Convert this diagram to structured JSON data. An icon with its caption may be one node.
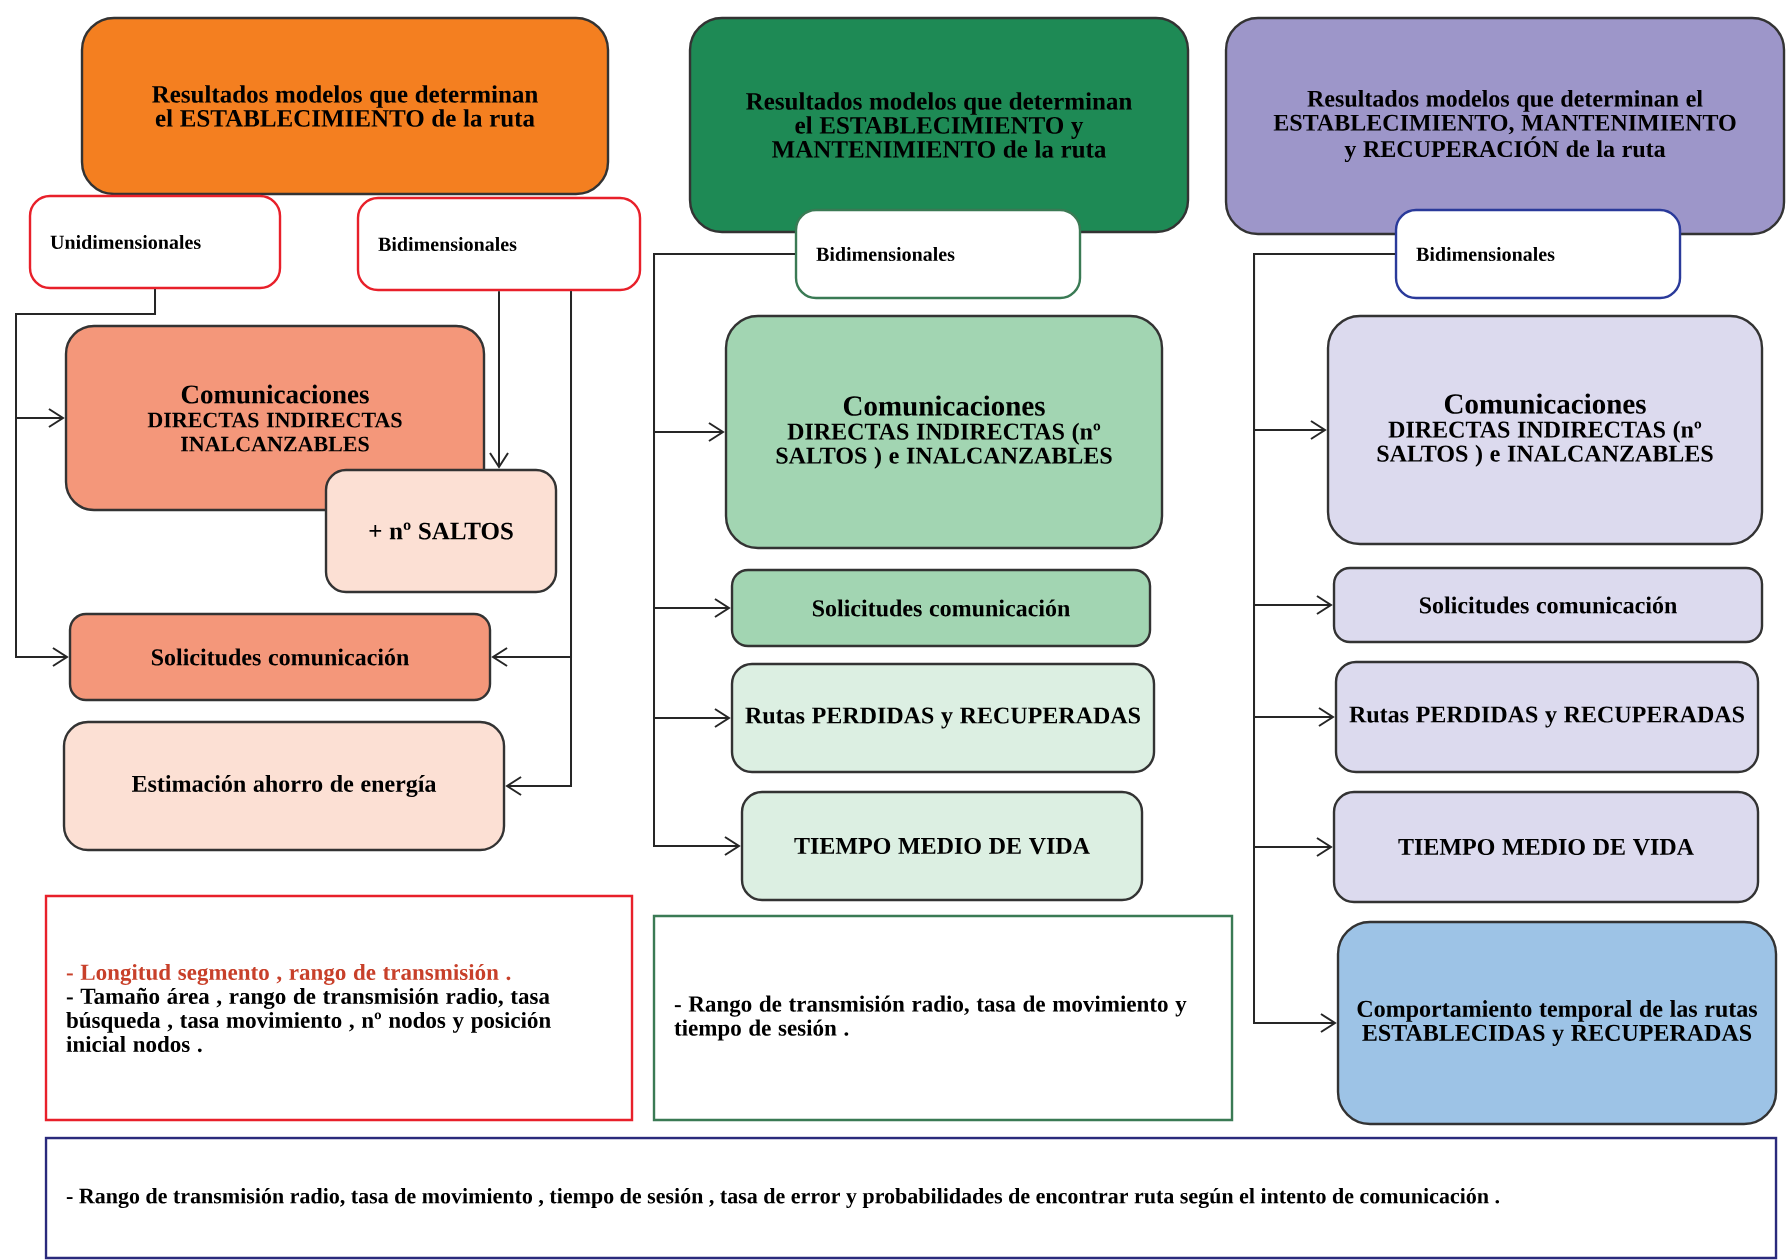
{
  "diagram": {
    "nodes": [
      {
        "text": [
          "Resultados modelos que determinan el ESTABLECIMIENTO de la ruta"
        ]
      },
      {
        "text": [
          "Unidimensionales"
        ]
      },
      {
        "text": [
          "Bidimensionales"
        ]
      },
      {
        "text": [
          "Comunicaciones",
          "DIRECTAS INDIRECTAS INALCANZABLES"
        ]
      },
      {
        "text": [
          "+ nº SALTOS"
        ]
      },
      {
        "text": [
          "Solicitudes comunicación"
        ]
      },
      {
        "text": [
          "Estimación ahorro de energía"
        ]
      },
      {
        "text": [
          "Resultados modelos que determinan el ESTABLECIMIENTO y MANTENIMIENTO de la ruta"
        ]
      },
      {
        "text": [
          "Bidimensionales"
        ]
      },
      {
        "text": [
          "Comunicaciones",
          "DIRECTAS INDIRECTAS (nº SALTOS ) e INALCANZABLES"
        ]
      },
      {
        "text": [
          "Solicitudes comunicación"
        ]
      },
      {
        "text": [
          "Rutas PERDIDAS y RECUPERADAS"
        ]
      },
      {
        "text": [
          "TIEMPO MEDIO DE VIDA"
        ]
      },
      {
        "text": [
          "Resultados modelos que determinan el ESTABLECIMIENTO, MANTENIMIENTO y RECUPERACIÓN de la ruta"
        ]
      },
      {
        "text": [
          "Bidimensionales"
        ]
      },
      {
        "text": [
          "Comunicaciones",
          "DIRECTAS INDIRECTAS (nº SALTOS ) e INALCANZABLES"
        ]
      },
      {
        "text": [
          "Solicitudes comunicación"
        ]
      },
      {
        "text": [
          "Rutas PERDIDAS y RECUPERADAS"
        ]
      },
      {
        "text": [
          "TIEMPO MEDIO DE VIDA"
        ]
      },
      {
        "text": [
          "Comportamiento temporal de las rutas ESTABLECIDAS y RECUPERADAS"
        ]
      },
      {
        "text": [
          "- Longitud segmento , rango de transmisión .",
          "- Tamaño área , rango de transmisión radio, tasa búsqueda , tasa movimiento , nº nodos y posición inicial nodos ."
        ]
      },
      {
        "text": [
          "- Rango de transmisión radio, tasa de movimiento y tiempo de sesión ."
        ]
      },
      {
        "text": [
          "- Rango de transmisión radio, tasa de movimiento , tiempo de sesión , tasa de error y probabilidades de encontrar ruta según el intento de comunicación ."
        ]
      }
    ],
    "edges": [
      {
        "from": 1,
        "to": 3,
        "arrow": "to"
      },
      {
        "from": 1,
        "to": 5,
        "arrow": "to"
      },
      {
        "from": 2,
        "to": 4,
        "arrow": "to"
      },
      {
        "from": 2,
        "to": 5,
        "arrow": "to"
      },
      {
        "from": 2,
        "to": 6,
        "arrow": "to"
      },
      {
        "from": 8,
        "to": 9,
        "arrow": "to"
      },
      {
        "from": 8,
        "to": 10,
        "arrow": "to"
      },
      {
        "from": 8,
        "to": 11,
        "arrow": "to"
      },
      {
        "from": 8,
        "to": 12,
        "arrow": "to"
      },
      {
        "from": 14,
        "to": 15,
        "arrow": "to"
      },
      {
        "from": 14,
        "to": 16,
        "arrow": "to"
      },
      {
        "from": 14,
        "to": 17,
        "arrow": "to"
      },
      {
        "from": 14,
        "to": 18,
        "arrow": "to"
      },
      {
        "from": 14,
        "to": 19,
        "arrow": "to"
      }
    ]
  }
}
